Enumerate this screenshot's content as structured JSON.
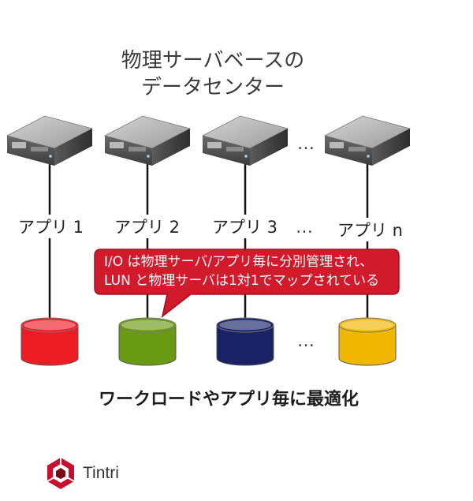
{
  "title": {
    "line1": "物理サーバベースの",
    "line2": "データセンター"
  },
  "apps": [
    {
      "label": "アプリ 1",
      "disk_color": "#ee1c25"
    },
    {
      "label": "アプリ 2",
      "disk_color": "#6a9a14"
    },
    {
      "label": "アプリ 3",
      "disk_color": "#1a2266"
    },
    {
      "label": "アプリ n",
      "disk_color": "#f1b600"
    }
  ],
  "ellipsis": "…",
  "callout": {
    "line1": "I/O は物理サーバ/アプリ毎に分別管理され、",
    "line2": "LUN と物理サーバは1対1でマップされている",
    "color": "#d21a2d"
  },
  "tagline": "ワークロードやアプリ毎に最適化",
  "brand": {
    "name": "Tintri",
    "logo_color": "#c8102e"
  }
}
